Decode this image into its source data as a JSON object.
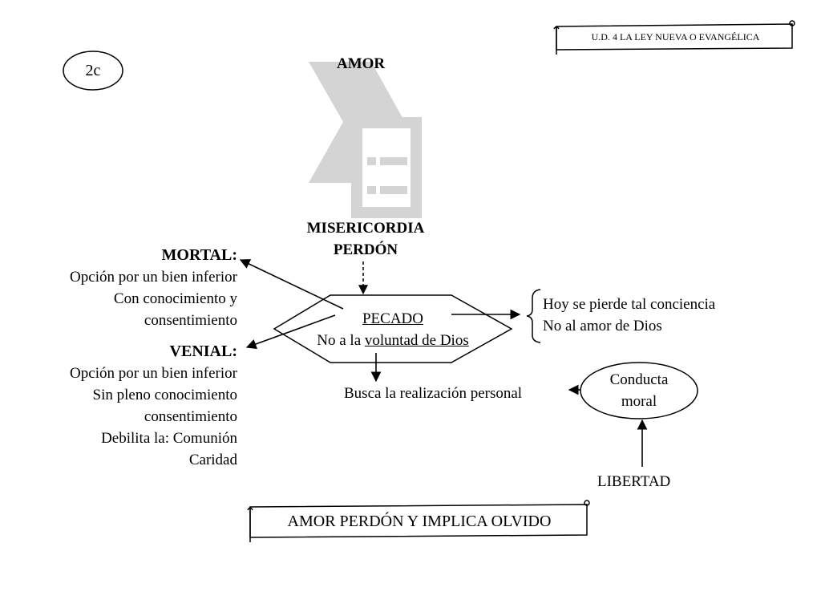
{
  "header_banner": "U.D. 4  LA LEY NUEVA O EVANGÉLICA",
  "slide_badge": "2c",
  "top": {
    "amor": "AMOR",
    "misericordia": "MISERICORDIA",
    "perdon": "PERDÓN"
  },
  "mortal": {
    "title": "MORTAL:",
    "lines": [
      "Opción por un bien inferior",
      "Con conocimiento y",
      "consentimiento"
    ]
  },
  "venial": {
    "title": "VENIAL:",
    "lines": [
      "Opción por un bien inferior",
      "Sin pleno conocimiento",
      "consentimiento",
      "Debilita la: Comunión",
      "Caridad"
    ]
  },
  "pecado": {
    "title": "PECADO",
    "subtitle_prefix": "No a la ",
    "subtitle_underlined": "voluntad de Dios"
  },
  "consequences": [
    "Hoy se pierde tal conciencia",
    "No al amor de Dios"
  ],
  "busca": "Busca la realización personal",
  "conducta": [
    "Conducta",
    "moral"
  ],
  "libertad": "LIBERTAD",
  "bottom_banner": "AMOR  PERDÓN Y IMPLICA OLVIDO",
  "colors": {
    "watermark": "#d4d4d4",
    "ink": "#000000"
  },
  "icons": {
    "watermark": "document-list-icon"
  }
}
